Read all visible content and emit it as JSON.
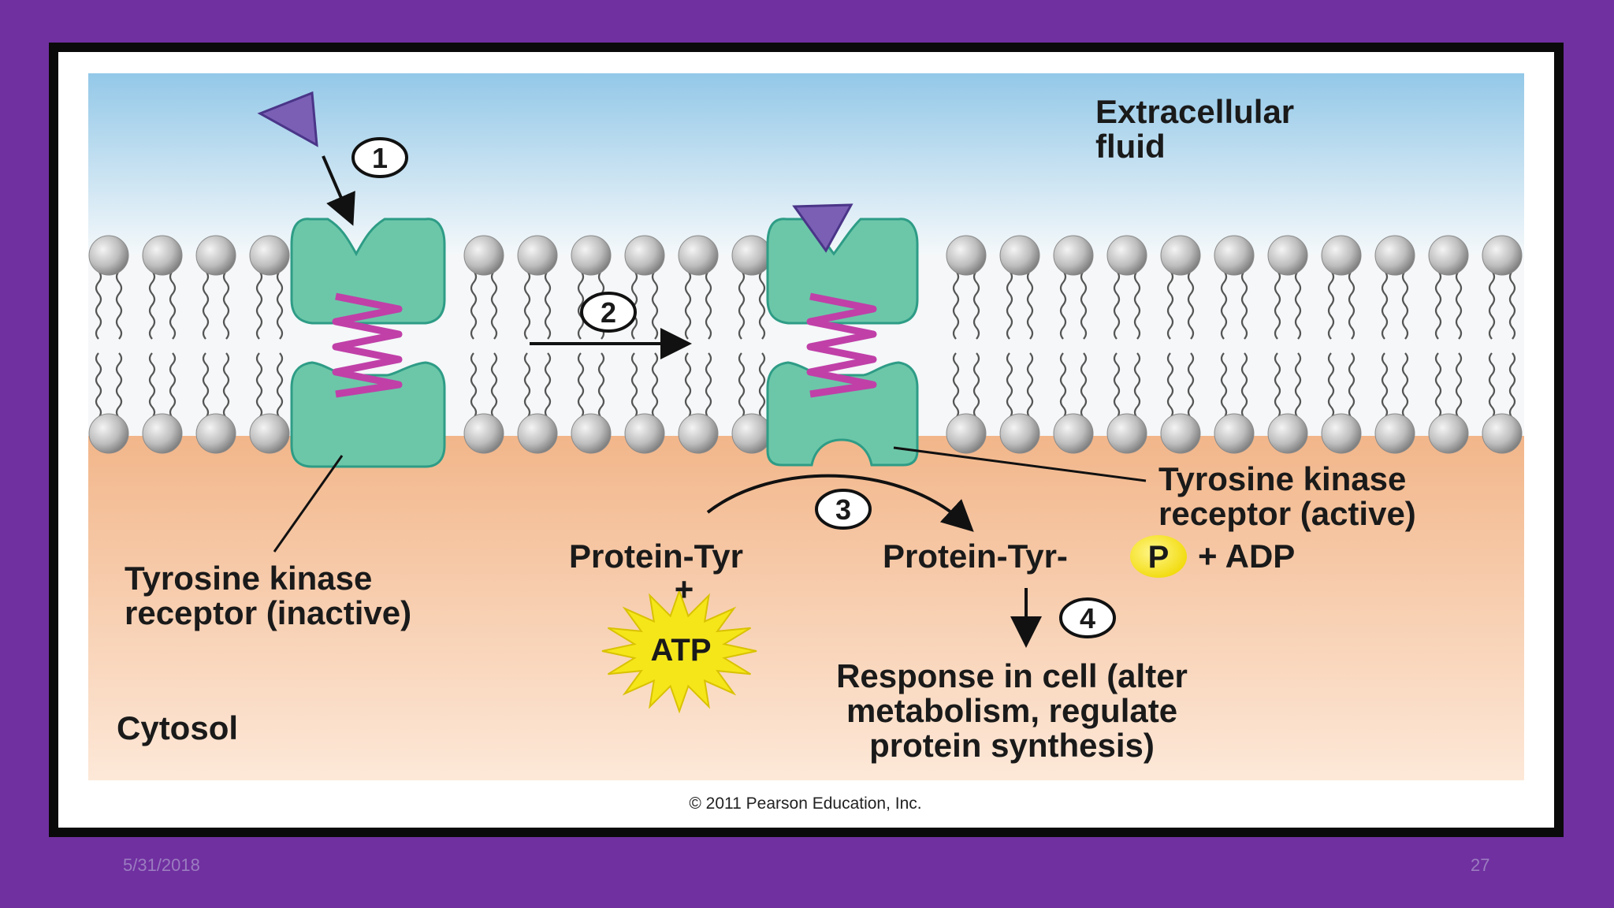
{
  "slide": {
    "date": "5/31/2018",
    "page_number": "27"
  },
  "diagram": {
    "labels": {
      "extracellular_line1": "Extracellular",
      "extracellular_line2": "fluid",
      "cytosol": "Cytosol",
      "inactive_line1": "Tyrosine kinase",
      "inactive_line2": "receptor (inactive)",
      "active_line1": "Tyrosine kinase",
      "active_line2": "receptor (active)",
      "protein_tyr": "Protein-Tyr",
      "plus": "+",
      "atp": "ATP",
      "protein_tyr_p_prefix": "Protein-Tyr-",
      "phosphate": "P",
      "plus_adp": "+ ADP",
      "response_line1": "Response in cell (alter",
      "response_line2": "metabolism, regulate",
      "response_line3": "protein synthesis)",
      "copyright": "© 2011 Pearson Education, Inc."
    },
    "steps": [
      "1",
      "2",
      "3",
      "4"
    ],
    "colors": {
      "slide_background": "#7030a0",
      "receptor": "#6cc7a8",
      "helix": "#c040a8",
      "ligand": "#7a5fb5",
      "atp_star": "#f5e61a",
      "phosphate": "#f5e61a"
    }
  }
}
